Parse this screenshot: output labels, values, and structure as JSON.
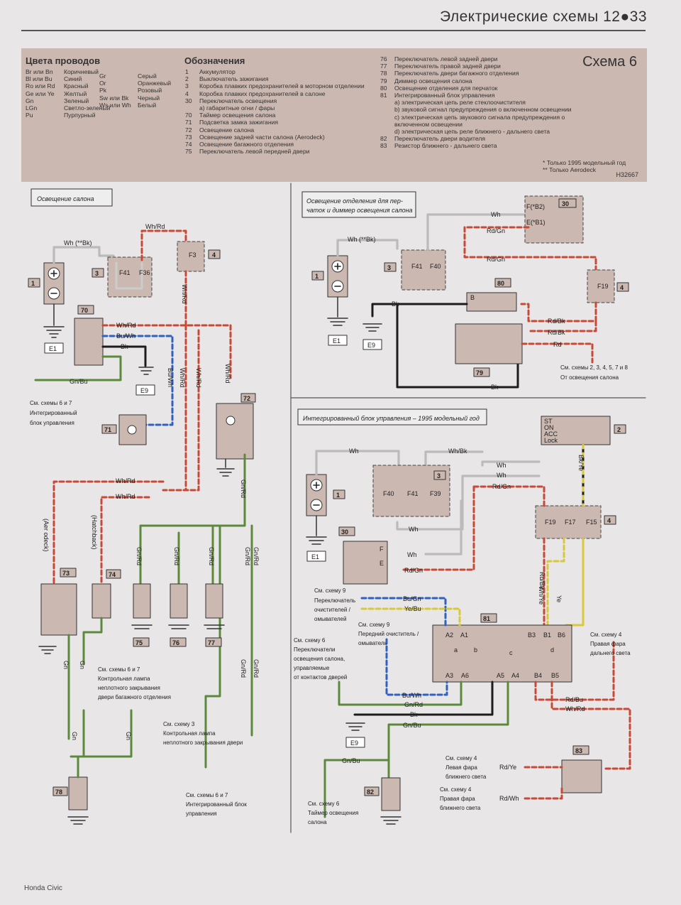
{
  "header": {
    "title": "Электрические схемы 12●33"
  },
  "legend": {
    "scheme_title": "Схема 6",
    "wire_colors_title": "Цвета проводов",
    "wire_colors_col1": [
      [
        "Br или Bn",
        "Коричневый"
      ],
      [
        "Bl или Bu",
        "Синий"
      ],
      [
        "Ro или Rd",
        "Красный"
      ],
      [
        "Ge или Ye",
        "Желтый"
      ],
      [
        "Gn",
        "Зеленый"
      ],
      [
        "LGn",
        "Светло-зеленый"
      ],
      [
        "Pu",
        "Пурпурный"
      ]
    ],
    "wire_colors_col2": [
      [
        "Gr",
        "Серый"
      ],
      [
        "Or",
        "Оранжевый"
      ],
      [
        "Pk",
        "Розовый"
      ],
      [
        "Sw или Bk",
        "Черный"
      ],
      [
        "Ws или Wh",
        "Белый"
      ]
    ],
    "designations_title": "Обозначения",
    "designations_col1": [
      [
        "1",
        "Аккумулятор"
      ],
      [
        "2",
        "Выключатель зажигания"
      ],
      [
        "3",
        "Коробка плавких предохранителей в моторном отделении"
      ],
      [
        "4",
        "Коробка плавких предохранителей в салоне"
      ],
      [
        "30",
        "Переключатель освещения"
      ],
      [
        "",
        "а) габаритные огни / фары"
      ],
      [
        "70",
        "Таймер освещения салона"
      ],
      [
        "71",
        "Подсветка замка зажигания"
      ],
      [
        "72",
        "Освещение салона"
      ],
      [
        "73",
        "Освещение задней части салона (Aerodeck)"
      ],
      [
        "74",
        "Освещение багажного отделения"
      ],
      [
        "75",
        "Переключатель левой передней двери"
      ]
    ],
    "designations_col2": [
      [
        "76",
        "Переключатель левой задней двери"
      ],
      [
        "77",
        "Переключатель правой задней двери"
      ],
      [
        "78",
        "Переключатель двери багажного отделения"
      ],
      [
        "79",
        "Диммер освещения салона"
      ],
      [
        "80",
        "Освещение отделения для перчаток"
      ],
      [
        "81",
        "Интегрированный блок управления"
      ],
      [
        "",
        "а) электрическая цепь реле стеклоочистителя"
      ],
      [
        "",
        "b) звуковой сигнал предупреждения о включенном освещении"
      ],
      [
        "",
        "с) электрическая цепь звукового сигнала предупреждения о"
      ],
      [
        "",
        "включенном освещении"
      ],
      [
        "",
        "d) электрическая цепь реле ближнего - дальнего света"
      ],
      [
        "82",
        "Переключатель двери водителя"
      ],
      [
        "83",
        "Резистор ближнего - дальнего света"
      ]
    ],
    "notes": [
      "* Только 1995 модельный год",
      "** Только Aerodeck"
    ],
    "code": "H32667"
  },
  "panels": {
    "interior": "Освещение салона",
    "glovebox_1": "Освещение отделения для пер-",
    "glovebox_2": "чаток и диммер освещения салона",
    "icu": "Интегрированный блок управления – 1995 модельный год"
  },
  "labels": {
    "e1": "E1",
    "e9": "E9",
    "wh_bk2": "Wh (**Bk)",
    "wh_rd": "Wh/Rd",
    "bu_wh": "Bu/Wh",
    "bk": "Bk",
    "gn_bu": "Gn/Bu",
    "gn_rd": "Gn/Rd",
    "gn": "Gn",
    "rd_gn": "Rd/Gn",
    "rd_bk": "Rd/Bk",
    "rd": "Rd",
    "wh": "Wh",
    "wh_bk": "Wh/Bk",
    "bk_ye": "Bk/Ye",
    "wh_ye": "Wh/Ye",
    "ye": "Ye",
    "bu_gn": "Bu/Gn",
    "ye_bu": "Ye/Bu",
    "rd_bu": "Rd/Bu",
    "rd_ye": "Rd/Ye",
    "rd_wh": "Rd/Wh",
    "aerodeck": "(Aer odeck)",
    "hatchback": "(Hatchback)",
    "f41": "F41",
    "f36": "F36",
    "f3": "F3",
    "f40": "F40",
    "f19": "F19",
    "f39": "F39",
    "f17": "F17",
    "f15": "F15",
    "b2": "F(*B2)",
    "b1": "E(*B1)",
    "f": "F",
    "e": "E",
    "a": "a",
    "b": "B",
    "st": "ST",
    "on": "ON",
    "acc": "ACC",
    "lock": "Lock"
  },
  "components": {
    "n1": "1",
    "n2": "2",
    "n3": "3",
    "n4": "4",
    "n30": "30",
    "n70": "70",
    "n71": "71",
    "n72": "72",
    "n73": "73",
    "n74": "74",
    "n75": "75",
    "n76": "76",
    "n77": "77",
    "n78": "78",
    "n79": "79",
    "n80": "80",
    "n81": "81",
    "n82": "82",
    "n83": "83"
  },
  "pins_icu": {
    "a2": "A2",
    "a1": "A1",
    "b3": "B3",
    "b1": "B1",
    "b6": "B6",
    "a3": "A3",
    "a6": "A6",
    "a5": "A5",
    "a4": "A4",
    "b4": "B4",
    "b5": "B5",
    "pa": "a",
    "pb": "b",
    "pc": "c",
    "pd": "d"
  },
  "notes": {
    "n70_1": "См. схемы 6 и 7",
    "n70_2": "Интегрированный",
    "n70_3": "блок управления",
    "n_gb_1": "См. схемы 2, 3, 4, 5, 7 и 8",
    "n_gb_2": "От освещения салона",
    "n78_1": "См. схемы 6 и 7",
    "n78_2": "Контрольная лампа",
    "n78_3": "неплотного закрывания",
    "n78_4": "двери багажного отделения",
    "n3_1": "См. схему 3",
    "n3_2": "Контрольная лампа",
    "n3_3": "неплотного закрывания двери",
    "n67_1": "См. схемы 6 и 7",
    "n67_2": "Интегрированный блок",
    "n67_3": "управления",
    "n9a_1": "См. схему 9",
    "n9a_2": "Переключатель",
    "n9a_3": "очистителей /",
    "n9a_4": "омывателей",
    "n9b_1": "См. схему 9",
    "n9b_2": "Передний очиститель /",
    "n9b_3": "омыватель",
    "n6_1": "См. схему 6",
    "n6_2": "Переключатели",
    "n6_3": "освещения салона,",
    "n6_4": "управляемые",
    "n6_5": "от контактов дверей",
    "n4a_1": "См. схему 4",
    "n4a_2": "Правая фара",
    "n4a_3": "дальнего света",
    "n4b_1": "См. схему 4",
    "n4b_2": "Левая фара",
    "n4b_3": "ближнего света",
    "n4c_1": "См. схему 4",
    "n4c_2": "Правая фара",
    "n4c_3": "ближнего света",
    "n6t_1": "См. схему 6",
    "n6t_2": "Таймер освещения",
    "n6t_3": "салона"
  },
  "footer": "Honda Civic",
  "colors": {
    "tan": "#cbb8b0",
    "red": "#c64a36",
    "blue": "#2f62c0",
    "green": "#5c8a3c",
    "yellow": "#d8c93a",
    "black": "#1c1c1c"
  }
}
